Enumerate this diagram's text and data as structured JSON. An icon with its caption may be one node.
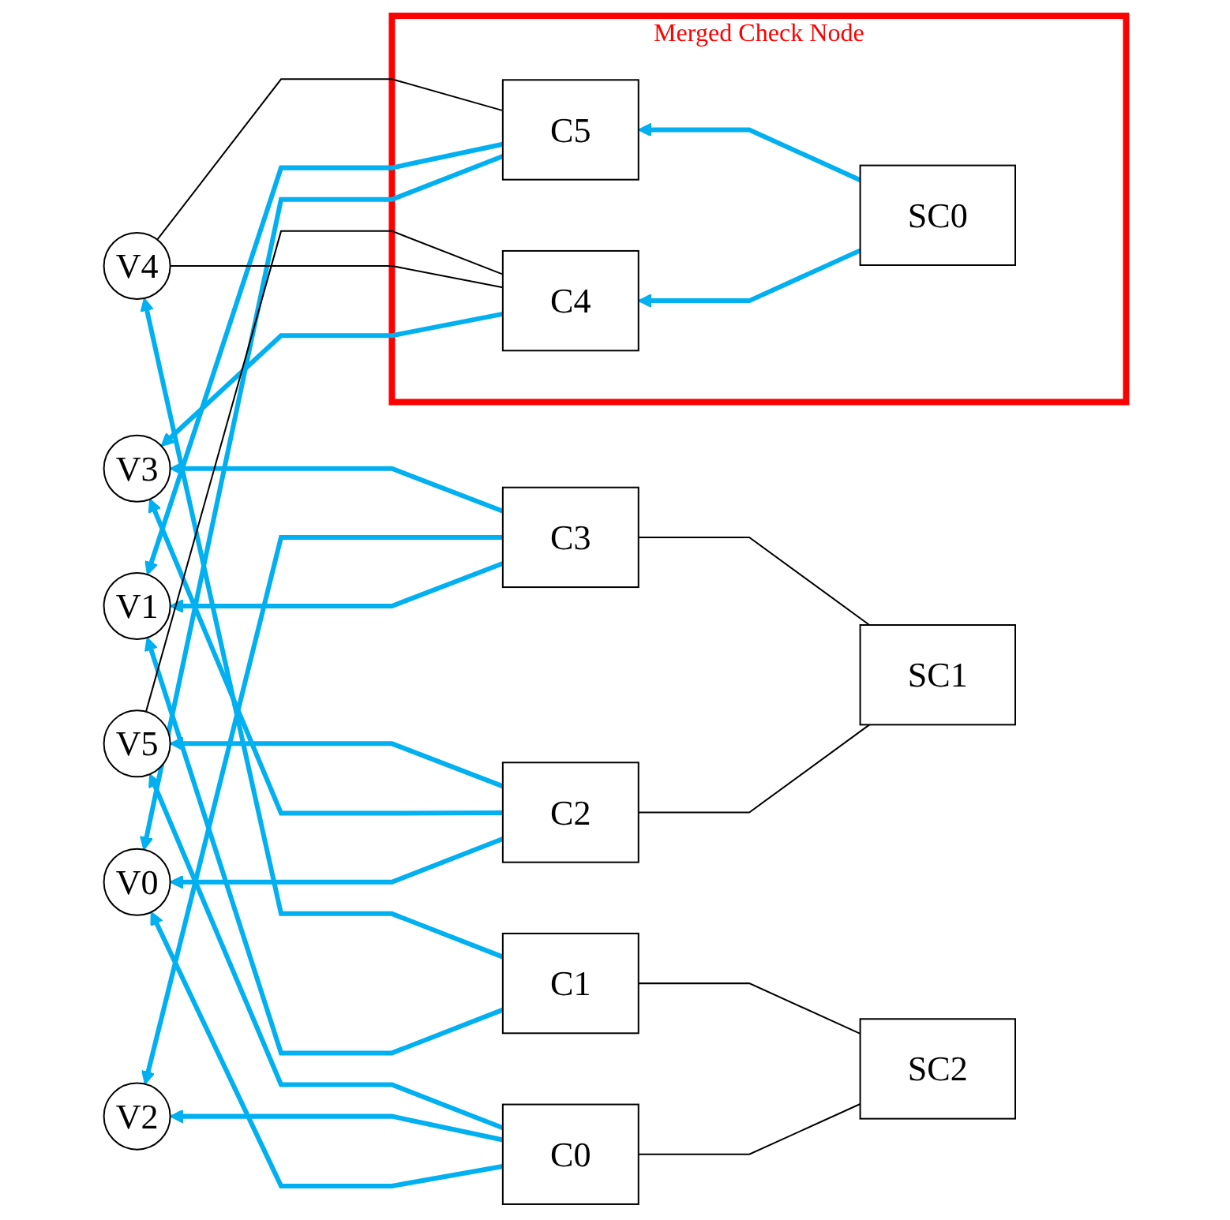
{
  "diagram": {
    "nodes": [
      {
        "text": [
          "V0"
        ]
      },
      {
        "text": [
          "V1"
        ]
      },
      {
        "text": [
          "V2"
        ]
      },
      {
        "text": [
          "V3"
        ]
      },
      {
        "text": [
          "V4"
        ]
      },
      {
        "text": [
          "V5"
        ]
      },
      {
        "text": [
          "C0"
        ]
      },
      {
        "text": [
          "C1"
        ]
      },
      {
        "text": [
          "C2"
        ]
      },
      {
        "text": [
          "C3"
        ]
      },
      {
        "text": [
          "Merged Check Node"
        ]
      },
      {
        "text": [
          "C4"
        ],
        "in": 10
      },
      {
        "text": [
          "C5"
        ],
        "in": 10
      },
      {
        "text": [
          "SC0"
        ],
        "in": 10
      },
      {
        "text": [
          "SC1"
        ]
      },
      {
        "text": [
          "SC2"
        ]
      }
    ],
    "edges": [
      {
        "from": 6,
        "to": 0,
        "arrow": "to"
      },
      {
        "from": 6,
        "to": 2,
        "arrow": "to"
      },
      {
        "from": 6,
        "to": 5,
        "arrow": "to"
      },
      {
        "from": 7,
        "to": 1,
        "arrow": "to"
      },
      {
        "from": 7,
        "to": 4,
        "arrow": "to"
      },
      {
        "from": 8,
        "to": 0,
        "arrow": "to"
      },
      {
        "from": 8,
        "to": 3,
        "arrow": "to"
      },
      {
        "from": 8,
        "to": 5,
        "arrow": "to"
      },
      {
        "from": 9,
        "to": 1,
        "arrow": "to"
      },
      {
        "from": 9,
        "to": 2,
        "arrow": "to"
      },
      {
        "from": 9,
        "to": 3,
        "arrow": "to"
      },
      {
        "from": 11,
        "to": 3,
        "arrow": "to"
      },
      {
        "from": 12,
        "to": 0,
        "arrow": "to"
      },
      {
        "from": 12,
        "to": 1,
        "arrow": "to"
      },
      {
        "from": 13,
        "to": 11,
        "arrow": "to"
      },
      {
        "from": 13,
        "to": 12,
        "arrow": "to"
      },
      {
        "from": 11,
        "to": 4,
        "arrow": "none",
        "color": "#000000"
      },
      {
        "from": 12,
        "to": 4,
        "arrow": "none",
        "color": "#000000"
      },
      {
        "from": 11,
        "to": 5,
        "arrow": "none",
        "color": "#000000"
      },
      {
        "from": 15,
        "to": 6,
        "arrow": "none",
        "color": "#000000"
      },
      {
        "from": 15,
        "to": 7,
        "arrow": "none",
        "color": "#000000"
      },
      {
        "from": 14,
        "to": 8,
        "arrow": "none",
        "color": "#000000"
      },
      {
        "from": 14,
        "to": 9,
        "arrow": "none",
        "color": "#000000"
      }
    ]
  }
}
